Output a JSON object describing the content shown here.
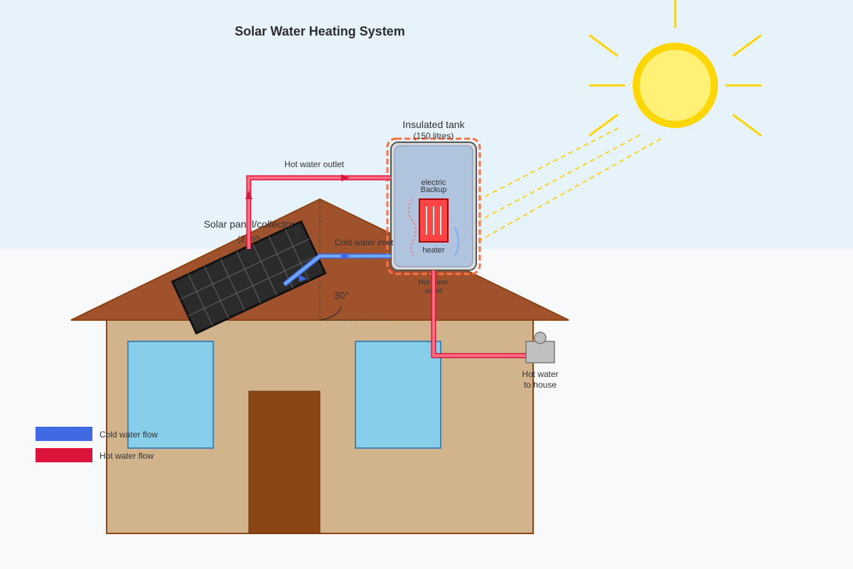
{
  "title": "Solar Water Heating System",
  "labels": {
    "tank": "Insulated tank",
    "tank_capacity": "(150 litres)",
    "backup_line1": "electric",
    "backup_line2": "Backup",
    "heater": "heater",
    "hot_outlet": "Hot water outlet",
    "cold_inlet": "Cold water inlet",
    "panel": "Solar panel/collector",
    "panel_sub": "(2 m²)",
    "angle": "30°",
    "tank_outlet_line1": "Hot water",
    "tank_outlet_line2": "outlet",
    "house_outlet_line1": "Hot water",
    "house_outlet_line2": "to house"
  },
  "legend": [
    {
      "label": "Cold water flow",
      "color": "#4169e1"
    },
    {
      "label": "Hot water flow",
      "color": "#dc143c"
    }
  ],
  "colors": {
    "sky": "#e6f3fa",
    "ground": "#f7f9fb",
    "sun": "#fff176",
    "sun_ring": "#ffd600",
    "roof": "#a0522d",
    "wall": "#d2b48c",
    "door": "#8b4513",
    "window": "#87ceeb",
    "panel": "#2b2b2b",
    "tank": "#b0c4de",
    "insulation": "#ff7043",
    "heater": "#ff4444",
    "hot_pipe": "#ff6b81",
    "cold_pipe": "#6ea8ff"
  }
}
